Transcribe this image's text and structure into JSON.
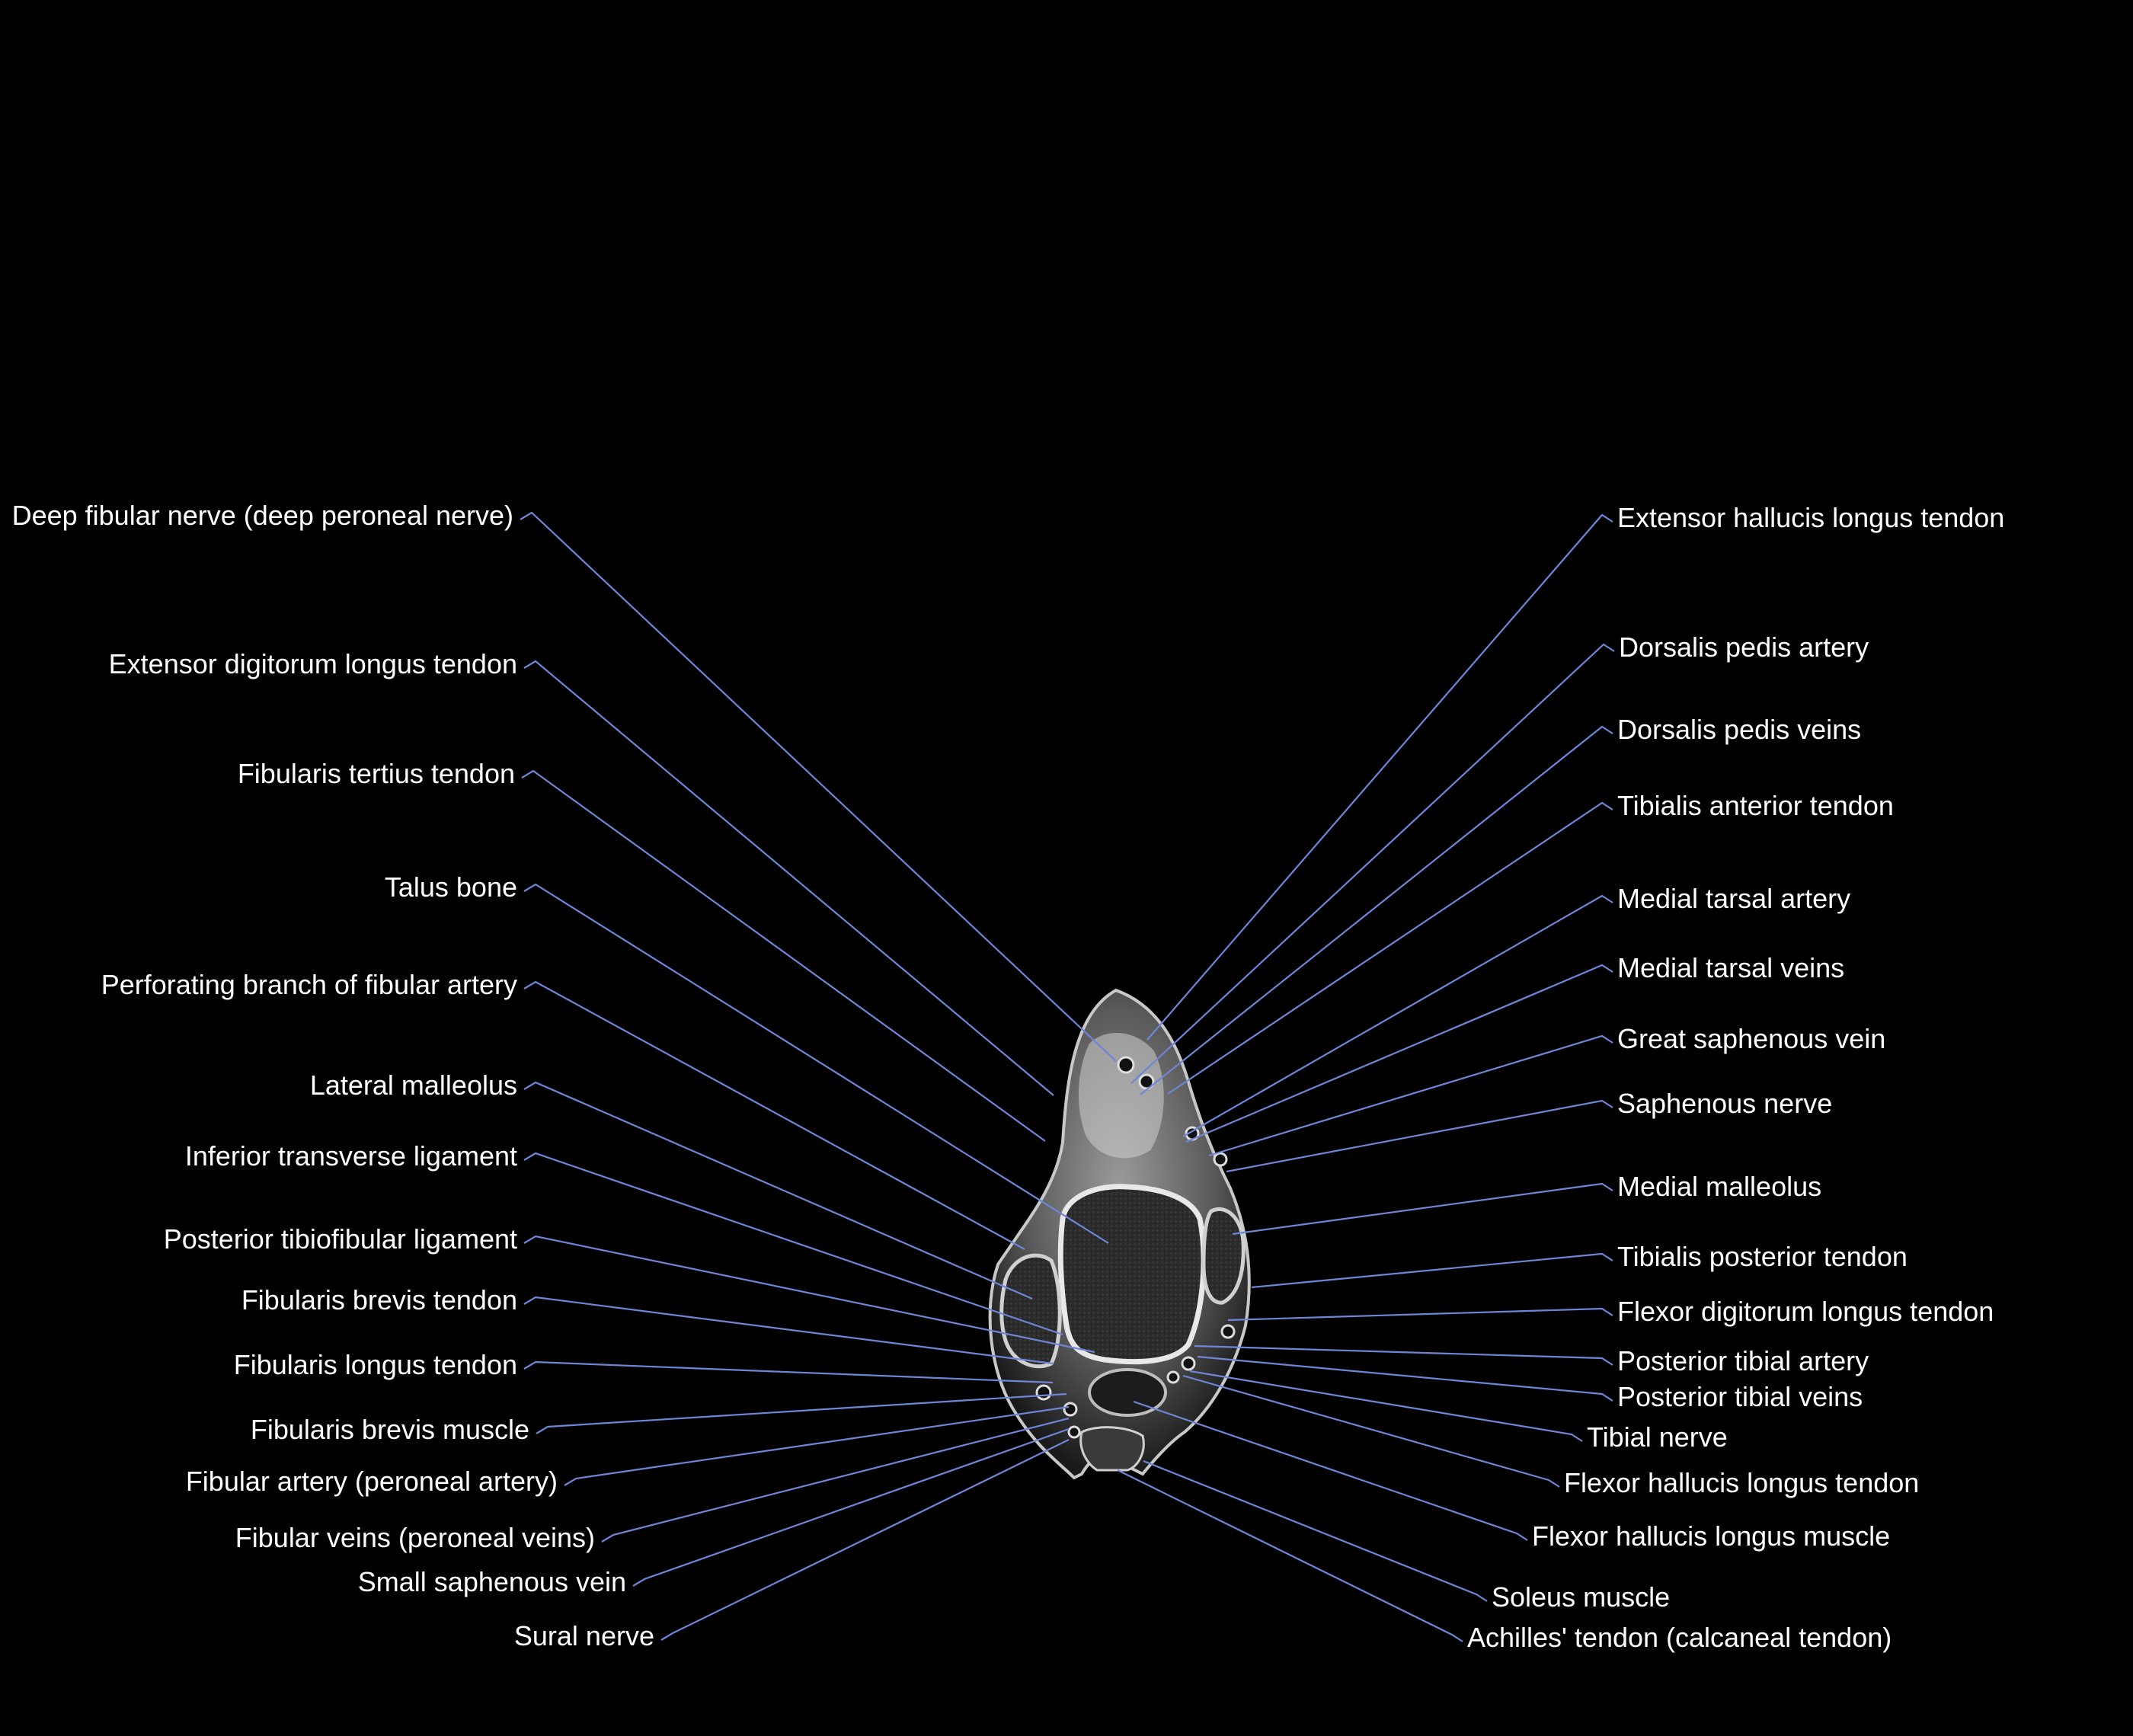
{
  "colors": {
    "background": "#000000",
    "label": "#ffffff",
    "leader": "#6f86d6"
  },
  "image": {
    "description_icon": "mri-axial-ankle-slice"
  },
  "labels_left": [
    "Deep fibular nerve (deep peroneal nerve)",
    "Extensor digitorum longus tendon",
    "Fibularis tertius tendon",
    "Talus bone",
    "Perforating branch of fibular artery",
    "Lateral malleolus",
    "Inferior transverse ligament",
    "Posterior tibiofibular ligament",
    "Fibularis brevis tendon",
    "Fibularis longus tendon",
    "Fibularis brevis muscle",
    "Fibular artery (peroneal artery)",
    "Fibular veins (peroneal veins)",
    "Small saphenous vein",
    "Sural nerve"
  ],
  "labels_right": [
    "Extensor hallucis longus tendon",
    "Dorsalis pedis artery",
    "Dorsalis pedis veins",
    "Tibialis anterior tendon",
    "Medial tarsal artery",
    "Medial tarsal veins",
    "Great saphenous vein",
    "Saphenous nerve",
    "Medial malleolus",
    "Tibialis posterior tendon",
    "Flexor digitorum longus tendon",
    "Posterior tibial artery",
    "Posterior tibial veins",
    "Tibial nerve",
    "Flexor hallucis longus tendon",
    "Flexor hallucis longus muscle",
    "Soleus muscle",
    "Achilles' tendon (calcaneal tendon)"
  ]
}
